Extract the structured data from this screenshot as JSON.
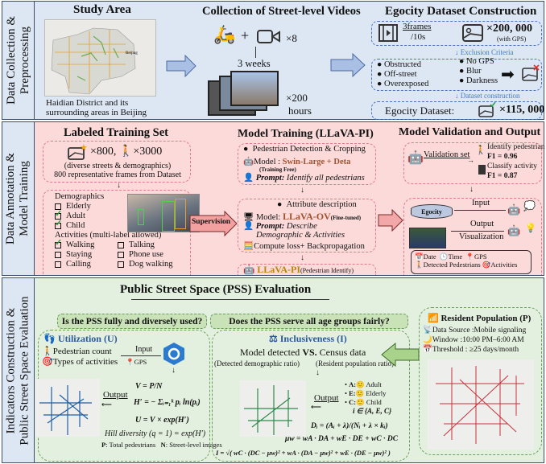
{
  "panel1": {
    "side_label": [
      "Data Collection &",
      "Preprocessing"
    ],
    "study_area": {
      "title": "Study Area",
      "caption": [
        "Haidian District and its",
        "surrounding areas in Beijing"
      ],
      "map_label": "Beijing"
    },
    "collection": {
      "title": "Collection of Street-level Videos",
      "multiplier": "×8",
      "duration": "3 weeks",
      "hours_mult": "×200",
      "hours_unit": "hours"
    },
    "egocity": {
      "title": "Egocity Dataset Construction",
      "rate_top": "3frames",
      "rate_bottom": "/10s",
      "count": "×200, 000",
      "count_note": "(with GPS)",
      "exclusion_label": "Exclusion Criteria",
      "criteria_left": [
        "Obstructed",
        "Off-street",
        "Overexposed"
      ],
      "criteria_right": [
        "No GPS",
        "Blur",
        "Darkness"
      ],
      "construction_label": "Dataset construction",
      "dataset_label": "Egocity Dataset:",
      "dataset_count": "×115, 000"
    }
  },
  "panel2": {
    "side_label": [
      "Data Annotation &",
      "Model Training"
    ],
    "labeled": {
      "title": "Labeled Training Set",
      "frames": "×800,",
      "pedestrians": "×3000",
      "note1": "(diverse streets & demographics)",
      "note2": "800 representative frames from Dataset",
      "demographics_title": "Demographics",
      "demographics": [
        {
          "label": "Elderly",
          "checked": false
        },
        {
          "label": "Adult",
          "checked": true
        },
        {
          "label": "Child",
          "checked": true
        }
      ],
      "activities_title": "Activities (multi-label allowed)",
      "activities": [
        {
          "label": "Walking",
          "checked": true
        },
        {
          "label": "Talking",
          "checked": false
        },
        {
          "label": "Staying",
          "checked": false
        },
        {
          "label": "Phone use",
          "checked": false
        },
        {
          "label": "Calling",
          "checked": false
        },
        {
          "label": "Dog walking",
          "checked": false
        }
      ]
    },
    "supervision": "Supervision",
    "training": {
      "title": "Model Training (LLaVA-PI)",
      "step1": "Pedestrian Detection & Cropping",
      "model1_prefix": "Model :",
      "model1": "Swin-Large + Deta",
      "model1_note": "(Training Free)",
      "prompt_label": "Prompt:",
      "prompt1": "Identify all pedestrians",
      "step2": "Attribute description",
      "model2_prefix": "Model:",
      "model2": "LLaVA-OV",
      "model2_note": "(Fine-tuned)",
      "prompt2a": "Describe",
      "prompt2b": "Demographic & Activities",
      "compute": "Compute loss+ Backpropagation",
      "final": "LLaVA-PI",
      "final_note": "(Pedestrian Identify)"
    },
    "validation": {
      "title": "Model Validation and Output",
      "set": "Validation set",
      "identify": "Identify pedestrian",
      "f1_identify": "F1 = 0.96",
      "classify": "Classify activity",
      "f1_classify": "F1 = 0.87",
      "db": "Egocity",
      "input": "Input",
      "output": "Output",
      "visualization": "Visualization",
      "fields": [
        "Date",
        "Time",
        "GPS",
        "Detected Pedestrians",
        "Activities"
      ]
    }
  },
  "panel3": {
    "side_label": [
      "Indicators Construction &",
      "Public Street Space Evaluation"
    ],
    "title": "Public Street Space (PSS) Evaluation",
    "q1": "Is the PSS fully and diversely used?",
    "q2": "Does the PSS serve all age groups fairly?",
    "utilization": {
      "title": "Utilization (U)",
      "items": [
        "Pedestrian count",
        "Types of activities"
      ],
      "input": "Input",
      "gps": "GPS",
      "output": "Output",
      "formulas": [
        "V = P/N",
        "H′ = − Σᵢ₌₁ᵏ pᵢ ln(pᵢ)",
        "U = V × exp(H′)"
      ],
      "hill": "Hill diversity (q = 1) = exp(H′)",
      "legend_p": "P",
      "legend_p_text": ": Total pedestrians",
      "legend_n": "N",
      "legend_n_text": ": Street-level images"
    },
    "inclusiveness": {
      "title": "Inclusiveness (I)",
      "compare_a": "Model detected",
      "vs": "VS.",
      "compare_b": "Census data",
      "note_a": "(Detected demographic ratio)",
      "note_b": "(Resident population ratio)",
      "output": "Output",
      "groups": [
        {
          "key": "A:",
          "label": "Adult"
        },
        {
          "key": "E:",
          "label": "Elderly"
        },
        {
          "key": "C:",
          "label": "Child"
        }
      ],
      "set": "i ∈ {A, E, C}",
      "formulas": [
        "Dᵢ = (Aᵢ + λ)/(Nᵢ + λ × kᵢ)",
        "μw = wA · DA + wE · DE + wC · DC",
        "I = √( wC · (DC − μw)² + wA · (DA − μw)² + wE · (DE − μw)² )"
      ]
    },
    "resident": {
      "title": "Resident Population (P)",
      "items": [
        "Data Source :Mobile signaling",
        "Window :10:00 PM–6:00 AM",
        "Threshold : ≥25 days/month"
      ]
    }
  },
  "colors": {
    "blue_panel": "#dde7f4",
    "pink_panel": "#fcdada",
    "green_panel": "#e4f0df",
    "brown": "#a0522d"
  }
}
